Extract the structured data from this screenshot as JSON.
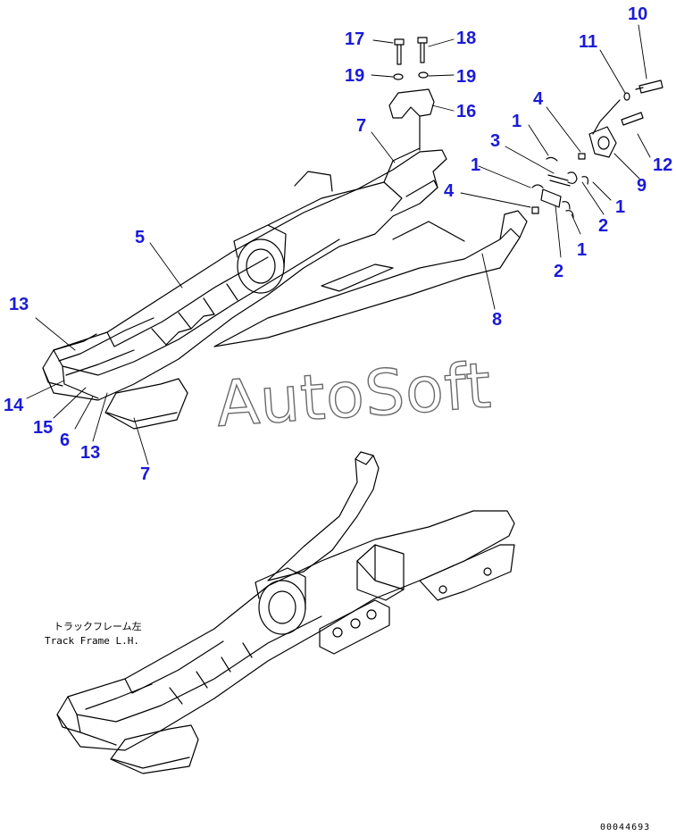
{
  "diagram": {
    "callouts": {
      "c17": "17",
      "c18": "18",
      "c19a": "19",
      "c19b": "19",
      "c16": "16",
      "c10": "10",
      "c11": "11",
      "c12": "12",
      "c9": "9",
      "c4a": "4",
      "c1a": "1",
      "c3": "3",
      "c1b": "1",
      "c4b": "4",
      "c2a": "2",
      "c1c": "1",
      "c1d": "1",
      "c2b": "2",
      "c7a": "7",
      "c5": "5",
      "c8": "8",
      "c13a": "13",
      "c14": "14",
      "c15": "15",
      "c6": "6",
      "c13b": "13",
      "c7b": "7"
    },
    "caption_jp": "トラックフレーム左",
    "caption_en": "Track Frame L.H.",
    "watermark": "AutoSoft",
    "document_number": "00044693",
    "line_color": "#000000",
    "callout_color": "#1a1ad6"
  }
}
